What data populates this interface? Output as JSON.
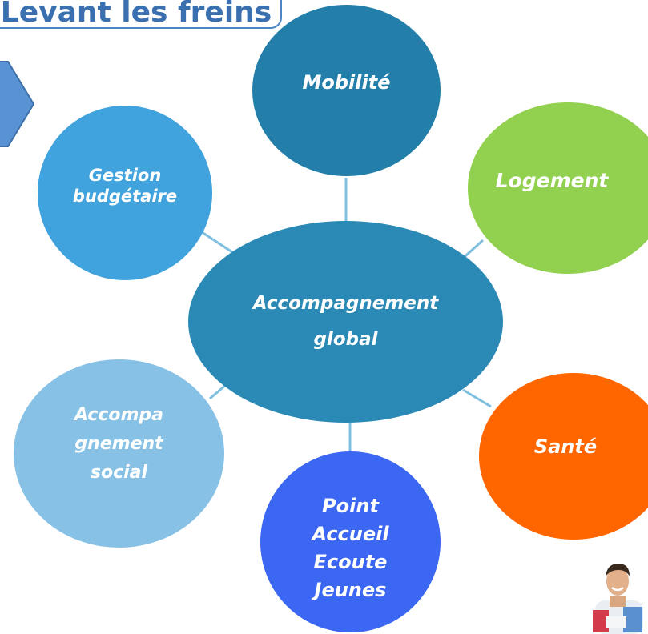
{
  "title": "Levant les freins",
  "center": {
    "label": "Accompagnement\nglobal",
    "color": "#2b8ab5"
  },
  "nodes": {
    "mobilite": {
      "label": "Mobilité",
      "color": "#237fa9"
    },
    "logement": {
      "label": "Logement",
      "color": "#92d050"
    },
    "sante": {
      "label": "Santé",
      "color": "#ff6600"
    },
    "point_accueil": {
      "label": "Point\nAccueil\nEcoute\nJeunes",
      "color": "#3b67f2"
    },
    "accompagnement_social": {
      "label": "Accompa\ngnement\nsocial",
      "color": "#87c1e6"
    },
    "gestion_budgetaire": {
      "label": "Gestion\nbudgétaire",
      "color": "#40a3dd"
    }
  },
  "link_color": "#7fbfe0",
  "arrow_color": "#4a86c5"
}
